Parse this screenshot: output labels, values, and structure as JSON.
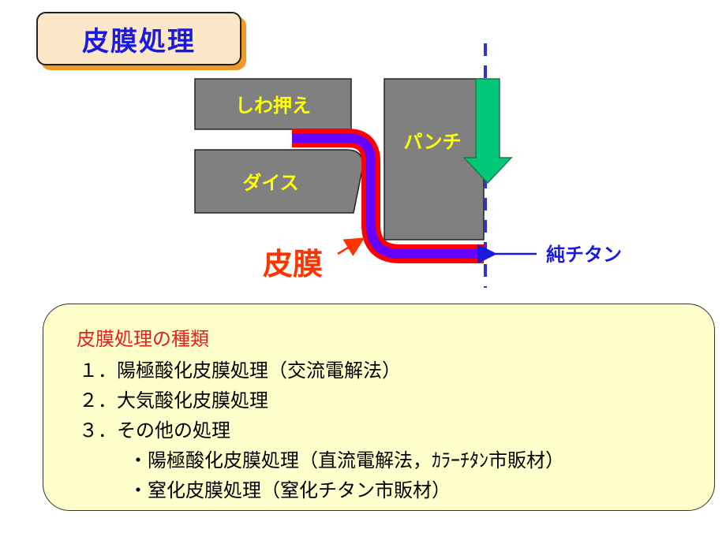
{
  "title": "皮膜処理",
  "diagram": {
    "labels": {
      "blank_holder": "しわ押え",
      "die": "ダイス",
      "punch": "パンチ",
      "coating": "皮膜",
      "pure_titanium": "純チタン"
    },
    "colors": {
      "tool_fill": "#808080",
      "coating": "#ff0000",
      "titanium": "#6600ff",
      "arrow": "#00c878",
      "axis_line": "#3333cc",
      "label_yellow": "#ffff00",
      "label_red": "#ff3300",
      "label_blue": "#1a1adf"
    }
  },
  "info": {
    "heading": "皮膜処理の種類",
    "items": [
      "１．陽極酸化皮膜処理（交流電解法）",
      "２．大気酸化皮膜処理",
      "３．その他の処理"
    ],
    "subitems": [
      "・陽極酸化皮膜処理（直流電解法，ｶﾗｰﾁﾀﾝ市販材）",
      "・窒化皮膜処理（窒化チタン市販材）"
    ]
  }
}
